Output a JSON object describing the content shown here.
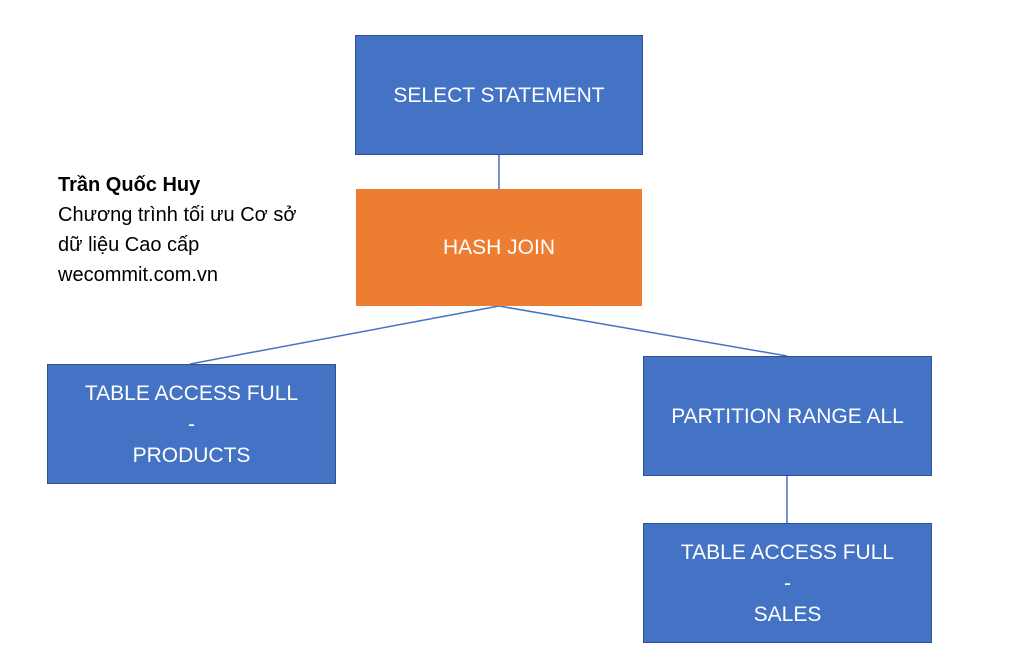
{
  "caption": {
    "author": "Trần Quốc Huy",
    "course_line1": "Chương trình tối ưu Cơ sở",
    "course_line2": "dữ liệu Cao cấp",
    "website": "wecommit.com.vn"
  },
  "nodes": {
    "select_statement": {
      "label": "SELECT STATEMENT"
    },
    "hash_join": {
      "label": "HASH JOIN"
    },
    "table_access_products": {
      "line1": "TABLE ACCESS FULL",
      "sep": "-",
      "line2": "PRODUCTS"
    },
    "partition_range_all": {
      "label": "PARTITION RANGE ALL"
    },
    "table_access_sales": {
      "line1": "TABLE ACCESS FULL",
      "sep": "-",
      "line2": "SALES"
    }
  },
  "colors": {
    "node_blue": "#4472c4",
    "node_orange": "#ed7d31",
    "connector": "#4472c4"
  }
}
